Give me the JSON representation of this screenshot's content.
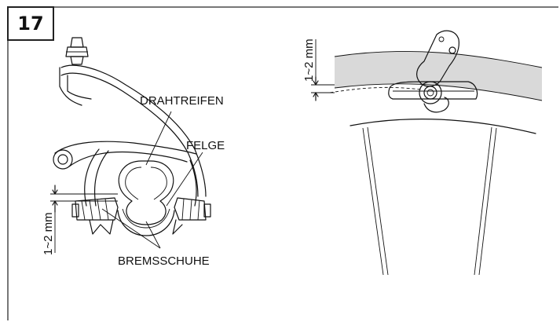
{
  "figure_number": "17",
  "labels": {
    "tire": "DRAHTREIFEN",
    "rim": "FELGE",
    "brake_shoes": "BREMSSCHUHE",
    "gap_left": "1~2 mm",
    "gap_right": "1~2 mm"
  },
  "colors": {
    "frame_border": "#777777",
    "rim_fill": "#d9d9d9",
    "ink": "#111111"
  }
}
